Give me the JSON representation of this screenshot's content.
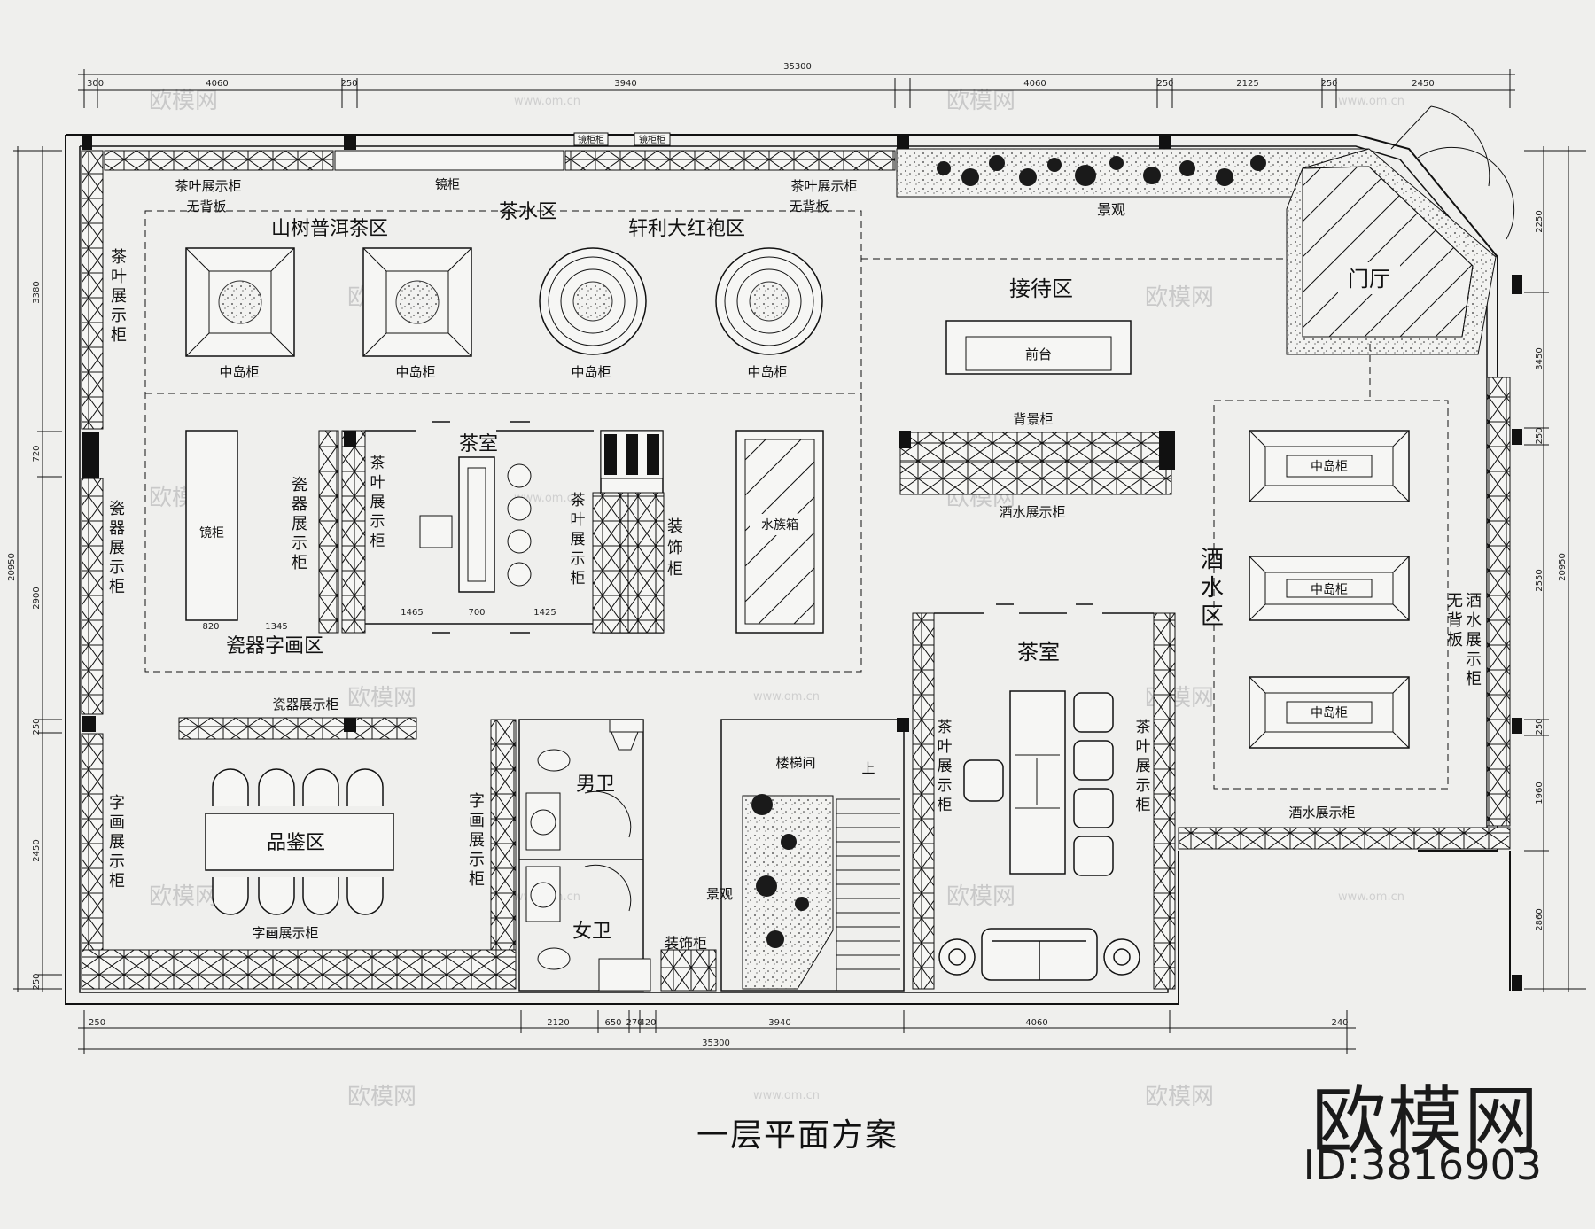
{
  "title": "一层平面方案",
  "brand": {
    "name": "欧模网",
    "id": "ID:3816903"
  },
  "watermarks": {
    "text": "欧模网",
    "url": "www.om.cn"
  },
  "zones": {
    "tea_water": "茶水区",
    "shan_shu": "山树普洱茶区",
    "xuan_li": "轩利大红袍区",
    "reception": "接待区",
    "lobby": "门厅",
    "porcelain_art": "瓷器字画区",
    "tasting": "品鉴区",
    "tea_room_a": "茶室",
    "tea_room_b": "茶室",
    "wine": "酒水区",
    "mens_wc": "男卫",
    "womens_wc": "女卫"
  },
  "labels": {
    "tea_cabinet_no_back_l": "茶叶展示柜",
    "no_back_panel_l": "无背板",
    "tea_cabinet_no_back_r": "茶叶展示柜",
    "no_back_panel_r": "无背板",
    "mirror_top": "镜柜",
    "mirror_cab_a": "镜柜柜",
    "mirror_cab_b": "镜柜柜",
    "landscape_top": "景观",
    "island_1": "中岛柜",
    "island_2": "中岛柜",
    "island_3": "中岛柜",
    "island_4": "中岛柜",
    "front_desk": "前台",
    "bg_cabinet": "背景柜",
    "wine_cabinet_mid": "酒水展示柜",
    "wine_island_1": "中岛柜",
    "wine_island_2": "中岛柜",
    "wine_island_3": "中岛柜",
    "mirror_room": "镜柜",
    "fish_tank": "水族箱",
    "porcelain_cabinet": "瓷器展示柜",
    "calligraphy_cabinet_bottom": "字画展示柜",
    "stairwell": "楼梯间",
    "up": "上",
    "landscape_stair": "景观",
    "deco_cabinet_wc": "装饰柜",
    "wine_cabinet_bottom": "酒水展示柜"
  },
  "vertical_labels": {
    "tea_left": "茶叶展示柜",
    "porcelain_left": "瓷器展示柜",
    "calligraphy_left": "字画展示柜",
    "porcelain_room": "瓷器展示柜",
    "tea_room_left": "茶叶展示柜",
    "tea_room_right": "茶叶展示柜",
    "deco_room": "装饰柜",
    "calligraphy_wc": "字画展示柜",
    "tea_room_b_left": "茶叶展示柜",
    "tea_room_b_right": "茶叶展示柜",
    "wine_zone": "酒水区",
    "no_back": "无背板",
    "wine_right": "酒水展示柜"
  },
  "dimensions": {
    "top_overall": "35300",
    "top_segments": [
      "300",
      "4060",
      "250",
      "3940",
      "4060",
      "250",
      "2125",
      "250",
      "2450"
    ],
    "bottom_overall": "35300",
    "bottom_segments": [
      "250",
      "2120",
      "650",
      "270",
      "420",
      "3940",
      "4060",
      "240"
    ],
    "left_overall": "20950",
    "left_segments": [
      "3380",
      "720",
      "2900",
      "250",
      "2450",
      "250"
    ],
    "right_overall": "20950",
    "right_segments": [
      "2250",
      "3450",
      "250",
      "2550",
      "250",
      "1960",
      "2860"
    ],
    "room_tea": [
      "1465",
      "700",
      "1425"
    ],
    "room_porcelain": [
      "820",
      "1345"
    ]
  },
  "colors": {
    "background": "#efefed",
    "ink": "#111111",
    "watermark": "#c9c9c9"
  }
}
